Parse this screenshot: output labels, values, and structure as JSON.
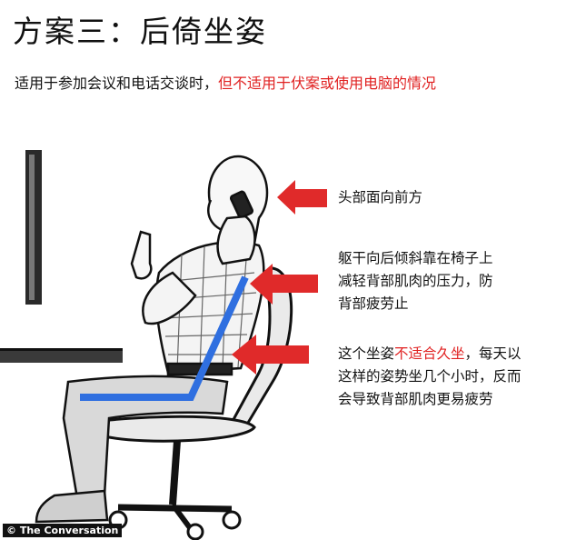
{
  "title": "方案三：后倚坐姿",
  "subtitle": {
    "normal": "适用于参加会议和电话交谈时，",
    "highlight": "但不适用于伏案或使用电脑的情况"
  },
  "annotations": {
    "head": "头部面向前方",
    "lean": [
      "躯干向后倾斜靠在椅子上",
      "减轻背部肌肉的压力，防",
      "背部疲劳止"
    ],
    "warning": {
      "line1_pre": "这个坐姿",
      "line1_red": "不适合久坐",
      "line1_post": "，每天以",
      "line2": "这样的姿势坐几个小时，反而",
      "line3": "会导致背部肌肉更易疲劳"
    }
  },
  "credit": "© The Conversation",
  "colors": {
    "arrow": "#e02a2a",
    "posture_line": "#2f6fe0",
    "highlight_text": "#e02020"
  }
}
